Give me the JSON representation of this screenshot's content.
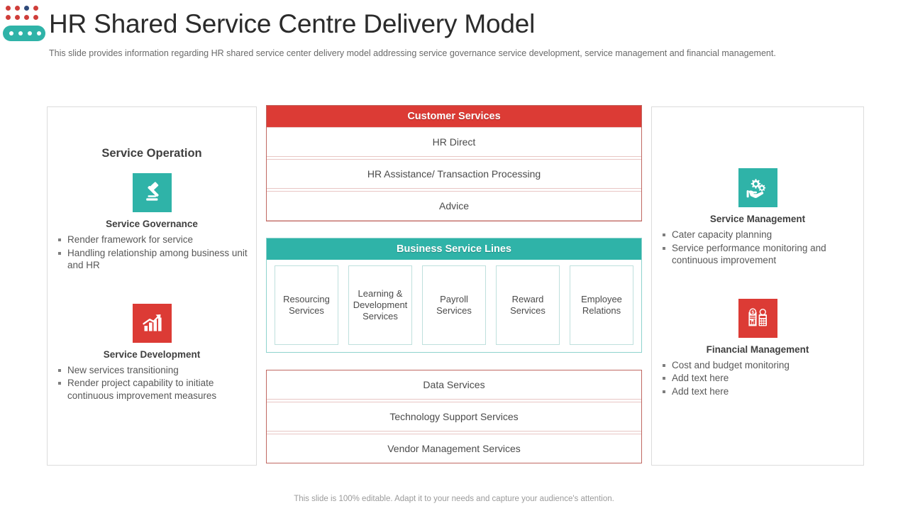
{
  "header": {
    "title": "HR Shared Service Centre Delivery Model",
    "subtitle": "This slide provides information regarding HR shared service center delivery model addressing service governance service development, service management and financial management.",
    "logo_icon": "dotted-pill-logo"
  },
  "colors": {
    "red": "#dc3b35",
    "teal": "#2fb3a8",
    "panel_border": "#dcdcdc",
    "row_border": "#e8c6c4",
    "card_border": "#bfe0dd",
    "title_text": "#2b2b2b",
    "body_text": "#585858"
  },
  "left_panel": {
    "title": "Service Operation",
    "groups": [
      {
        "icon": "gavel-icon",
        "icon_bg": "teal",
        "heading": "Service Governance",
        "bullets": [
          "Render framework for service",
          "Handling relationship among business unit and HR"
        ]
      },
      {
        "icon": "bar-chart-growth-icon",
        "icon_bg": "red",
        "heading": "Service Development",
        "bullets": [
          "New services transitioning",
          "Render project capability to initiate continuous improvement measures"
        ]
      }
    ]
  },
  "center": {
    "customer_services": {
      "header": "Customer Services",
      "rows": [
        "HR Direct",
        "HR Assistance/ Transaction Processing",
        "Advice"
      ]
    },
    "business_service_lines": {
      "header": "Business Service Lines",
      "cards": [
        "Resourcing Services",
        "Learning & Development Services",
        "Payroll Services",
        "Reward Services",
        "Employee Relations"
      ]
    },
    "support_services": {
      "rows": [
        "Data Services",
        "Technology Support Services",
        "Vendor Management Services"
      ]
    }
  },
  "right_panel": {
    "groups": [
      {
        "icon": "hand-gears-icon",
        "icon_bg": "teal",
        "heading": "Service Management",
        "bullets": [
          "Cater capacity planning",
          "Service performance monitoring and continuous improvement"
        ]
      },
      {
        "icon": "finance-document-calculator-icon",
        "icon_bg": "red",
        "heading": "Financial Management",
        "bullets": [
          "Cost and budget monitoring",
          "Add text here",
          "Add text here"
        ]
      }
    ]
  },
  "footer": {
    "note": "This slide is 100% editable. Adapt it to your needs and capture your audience's attention."
  }
}
